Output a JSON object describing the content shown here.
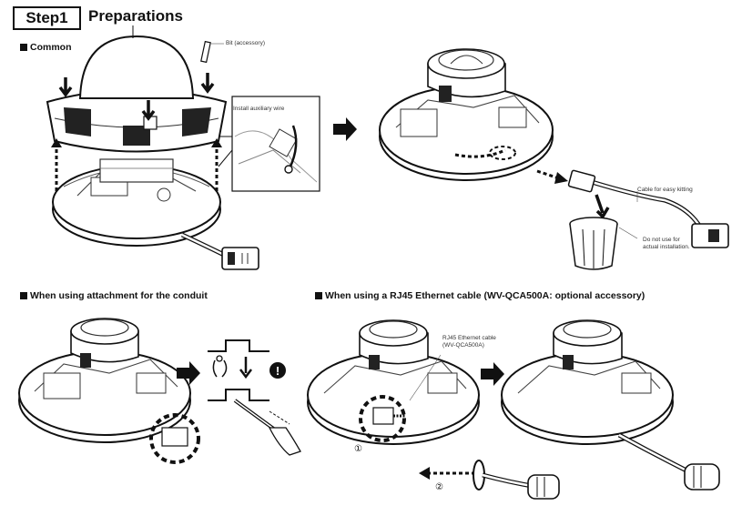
{
  "header": {
    "step_label": "Step1",
    "title": "Preparations"
  },
  "sections": {
    "common": "Common",
    "conduit": "When using attachment for the conduit",
    "rj45": "When using a RJ45 Ethernet cable (WV-QCA500A: optional accessory)"
  },
  "labels": {
    "bit_accessory": "Bit (accessory)",
    "install_aux_wire": "Install auxiliary wire",
    "cable_easy_kitting": "Cable for easy kitting",
    "do_not_use_line1": "Do not use for",
    "do_not_use_line2": "actual installation.",
    "rj45_line1": "RJ45 Ethernet cable",
    "rj45_line2": "(WV-QCA500A)",
    "marker_1": "①",
    "marker_2": "②",
    "warning_mark": "!"
  }
}
